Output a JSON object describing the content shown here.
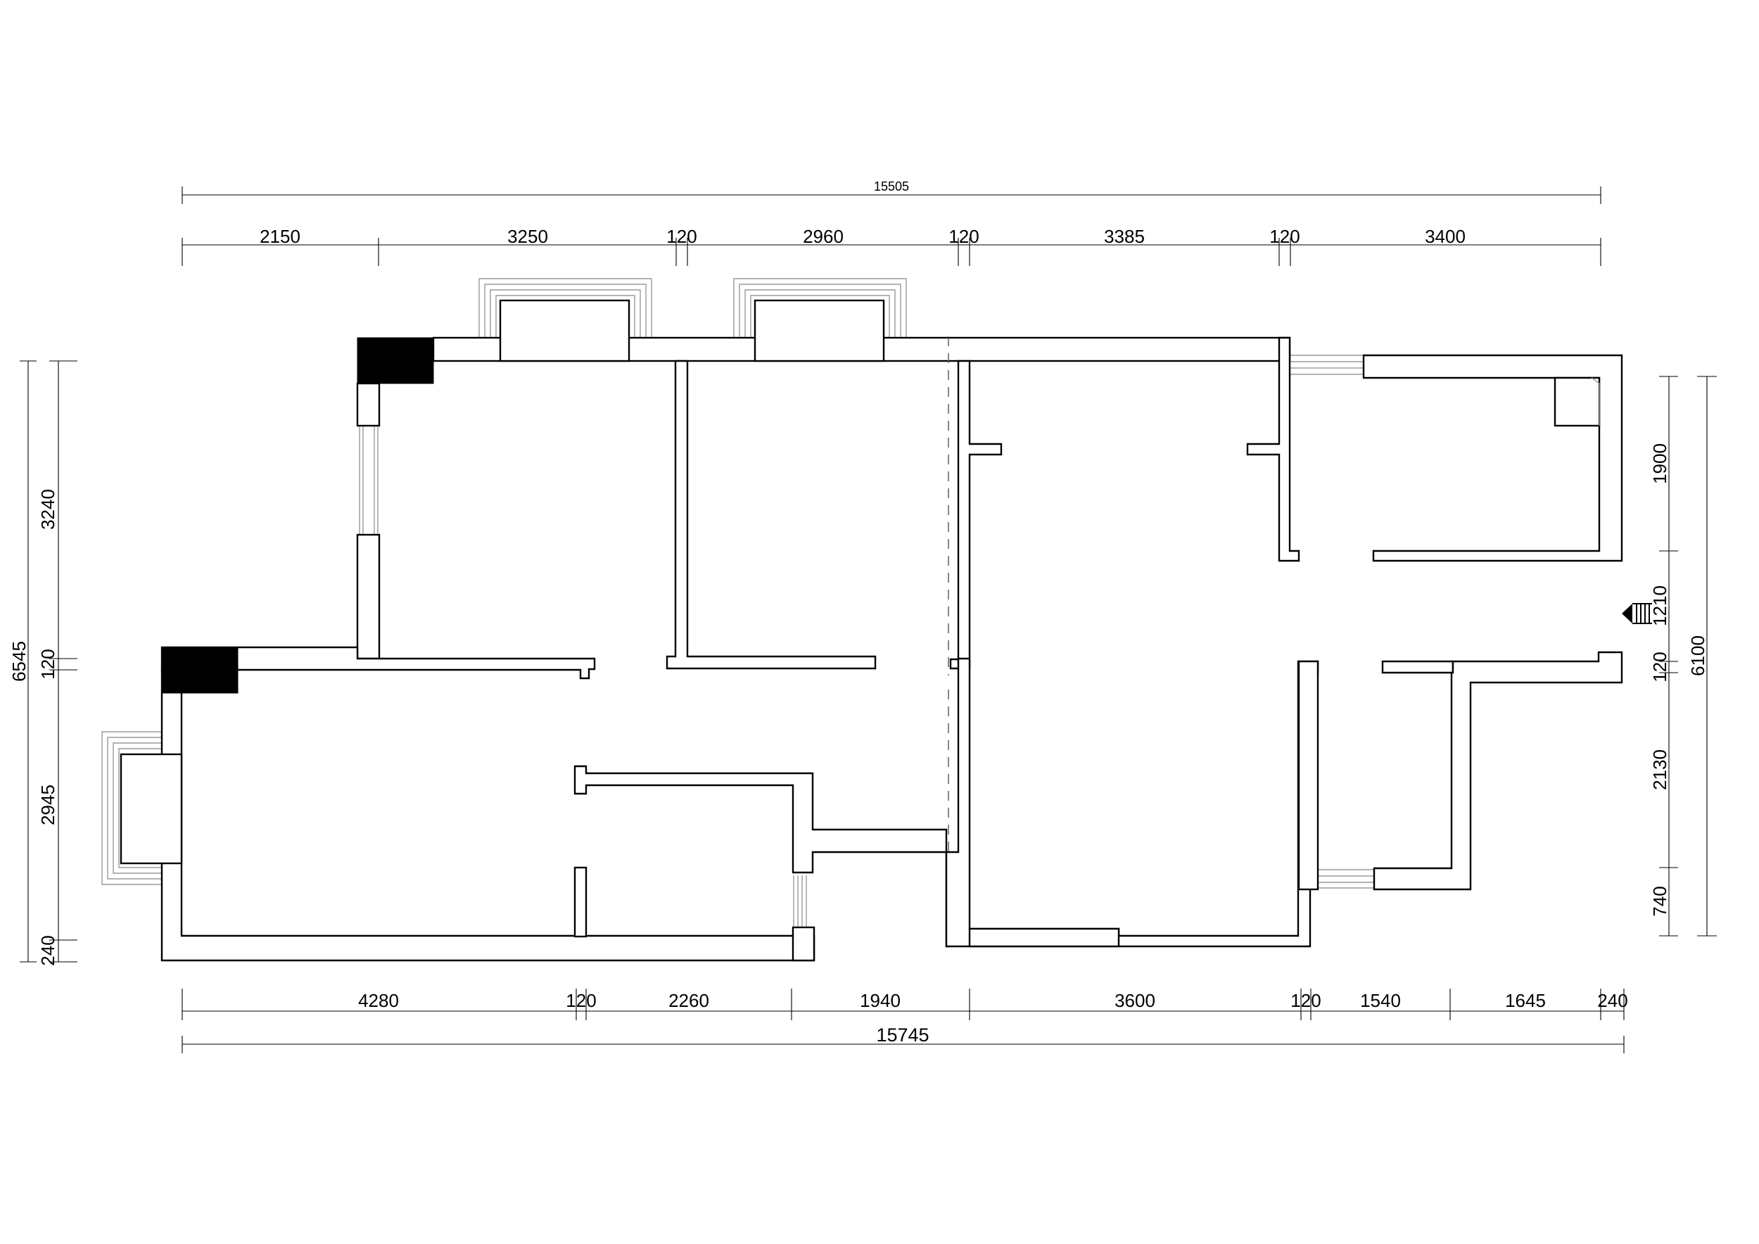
{
  "plan": {
    "top_total": "15505",
    "top_segments": [
      "2150",
      "3250",
      "120",
      "2960",
      "120",
      "3385",
      "120",
      "3400"
    ],
    "bottom_segments": [
      "4280",
      "120",
      "2260",
      "1940",
      "3600",
      "120",
      "1540",
      "1645",
      "240"
    ],
    "bottom_total": "15745",
    "left_inner": [
      "3240",
      "120",
      "2945",
      "240"
    ],
    "left_total": "6545",
    "right_inner": [
      "1900",
      "1210",
      "120",
      "2130",
      "740"
    ],
    "right_total": "6100"
  },
  "colors": {
    "wall": "#000000",
    "window": "#9a9a9a",
    "column": "#000000"
  },
  "icons": {
    "entrance": "entrance-arrow-icon"
  }
}
